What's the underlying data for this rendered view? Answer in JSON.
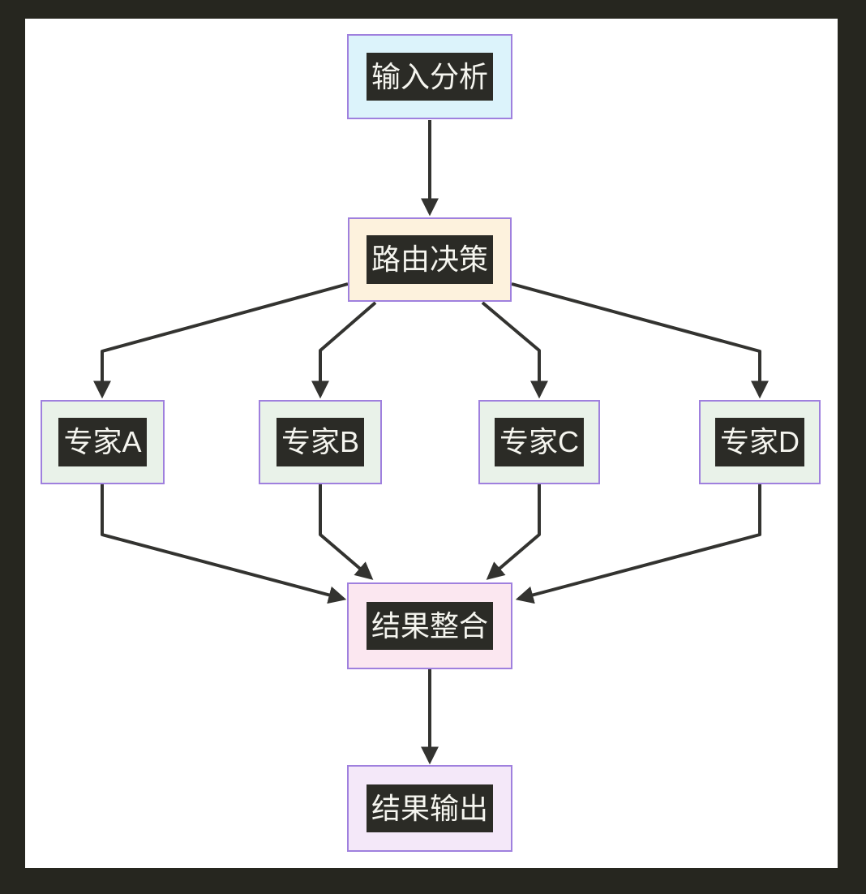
{
  "diagram": {
    "type": "flowchart",
    "direction": "top-down",
    "frame_color": "#26261f",
    "canvas_color": "#ffffff",
    "edge_color": "#333330",
    "node_border_color": "#9f80de",
    "label_bg_color": "#2b2b26",
    "label_text_color": "#f5f5ef",
    "nodes": [
      {
        "id": "input",
        "label": "输入分析",
        "fill": "#dcf3fb"
      },
      {
        "id": "router",
        "label": "路由决策",
        "fill": "#fdf2dd"
      },
      {
        "id": "expert-a",
        "label": "专家A",
        "fill": "#e9f2e9"
      },
      {
        "id": "expert-b",
        "label": "专家B",
        "fill": "#e9f2e9"
      },
      {
        "id": "expert-c",
        "label": "专家C",
        "fill": "#e9f2e9"
      },
      {
        "id": "expert-d",
        "label": "专家D",
        "fill": "#e9f2e9"
      },
      {
        "id": "merge",
        "label": "结果整合",
        "fill": "#fbe7f0"
      },
      {
        "id": "output",
        "label": "结果输出",
        "fill": "#f4e8f9"
      }
    ],
    "edges": [
      {
        "from": "输入分析",
        "to": "路由决策"
      },
      {
        "from": "路由决策",
        "to": "专家A"
      },
      {
        "from": "路由决策",
        "to": "专家B"
      },
      {
        "from": "路由决策",
        "to": "专家C"
      },
      {
        "from": "路由决策",
        "to": "专家D"
      },
      {
        "from": "专家A",
        "to": "结果整合"
      },
      {
        "from": "专家B",
        "to": "结果整合"
      },
      {
        "from": "专家C",
        "to": "结果整合"
      },
      {
        "from": "专家D",
        "to": "结果整合"
      },
      {
        "from": "结果整合",
        "to": "结果输出"
      }
    ]
  }
}
